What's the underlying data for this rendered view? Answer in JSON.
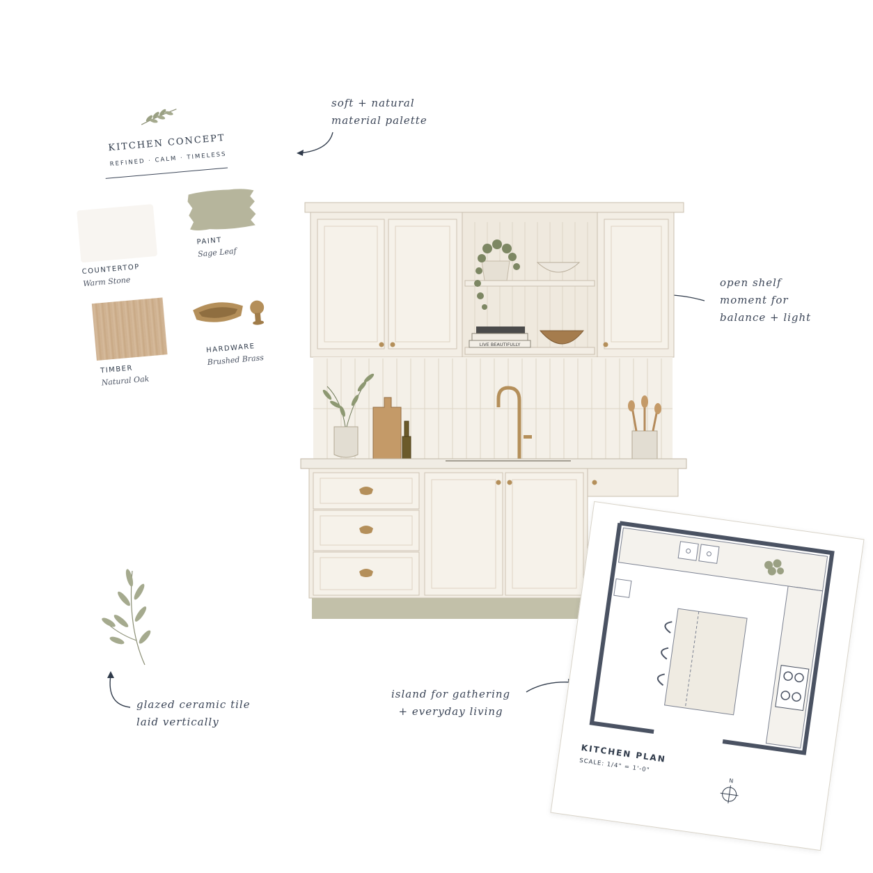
{
  "concept": {
    "title": "Kitchen Concept",
    "subtitle": "Refined · Calm · Timeless"
  },
  "swatches": [
    {
      "name": "Countertop",
      "material": "Warm Stone",
      "color": "#efeae1",
      "icon": "stone-swatch"
    },
    {
      "name": "Paint",
      "material": "Sage Leaf",
      "color": "#b6b59c",
      "icon": "paint-swatch"
    },
    {
      "name": "Timber",
      "material": "Natural Oak",
      "color": "#cdaf8f",
      "icon": "oak-swatch"
    },
    {
      "name": "Hardware",
      "material": "Brushed Brass",
      "color": "#b48f5a",
      "icon": "brass-pull"
    }
  ],
  "notes": {
    "palette": [
      "soft + natural",
      "material palette"
    ],
    "shelf": [
      "open shelf",
      "moment for",
      "balance + light"
    ],
    "tile": [
      "glazed ceramic tile",
      "laid vertically"
    ],
    "island": [
      "island for gathering",
      "+ everyday living"
    ]
  },
  "shelf_books": [
    "",
    "",
    "LIVE BEAUTIFULLY"
  ],
  "plan": {
    "title": "Kitchen Plan",
    "scale": "Scale: 1/4\" = 1'-0\"",
    "north": "N"
  },
  "colors": {
    "cabinet": "#f3eee5",
    "cabinet_line": "#c9bfae",
    "toe_kick": "#c2c0a9",
    "brass": "#b48f5a",
    "ink": "#2f3a4a"
  }
}
